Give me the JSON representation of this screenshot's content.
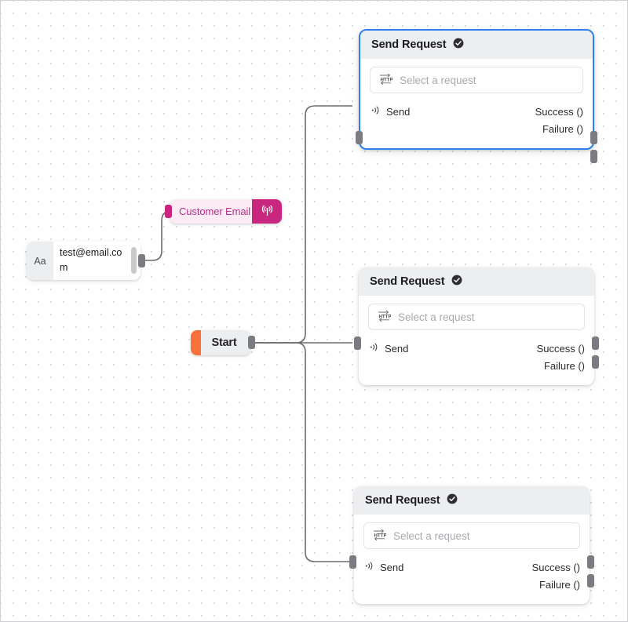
{
  "canvas": {
    "grid": "dot-grid",
    "background_color": "#ffffff",
    "dot_color": "#d8d8dd"
  },
  "start_node": {
    "label": "Start",
    "accent_color": "#f8713c"
  },
  "text_node": {
    "type_icon_label": "Aa",
    "value": "test@email.com"
  },
  "variable_node": {
    "label": "Customer Email",
    "icon": "broadcast-icon",
    "chip_color": "#fcebf4",
    "accent_color": "#c9277f",
    "text_color": "#b7318c"
  },
  "nodes": [
    {
      "id": "send-request-1",
      "title": "Send Request",
      "status_icon": "check-circle-icon",
      "selected": true,
      "select_field": {
        "icon": "http-icon",
        "placeholder": "Select a request",
        "value": ""
      },
      "input_port": {
        "icon": "broadcast-icon",
        "label": "Send"
      },
      "output_ports": [
        {
          "label": "Success ()"
        },
        {
          "label": "Failure ()"
        }
      ]
    },
    {
      "id": "send-request-2",
      "title": "Send Request",
      "status_icon": "check-circle-icon",
      "selected": false,
      "select_field": {
        "icon": "http-icon",
        "placeholder": "Select a request",
        "value": ""
      },
      "input_port": {
        "icon": "broadcast-icon",
        "label": "Send"
      },
      "output_ports": [
        {
          "label": "Success ()"
        },
        {
          "label": "Failure ()"
        }
      ]
    },
    {
      "id": "send-request-3",
      "title": "Send Request",
      "status_icon": "check-circle-icon",
      "selected": false,
      "select_field": {
        "icon": "http-icon",
        "placeholder": "Select a request",
        "value": ""
      },
      "input_port": {
        "icon": "broadcast-icon",
        "label": "Send"
      },
      "output_ports": [
        {
          "label": "Success ()"
        },
        {
          "label": "Failure ()"
        }
      ]
    }
  ],
  "colors": {
    "selected_border": "#2f80ed",
    "header_bg": "#eceef0",
    "edge": "#6b6b70",
    "port": "#7b7b82"
  }
}
